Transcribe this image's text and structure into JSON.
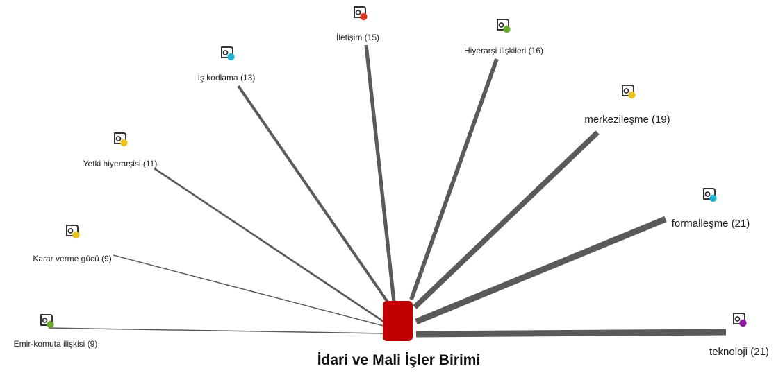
{
  "center": {
    "label": "İdari ve Mali İşler Birimi",
    "color": "#c00000"
  },
  "edge_color": "#5a5a5a",
  "icon_color": "#333333",
  "nodes": [
    {
      "label": "Emir-komuta ilişkisi (9)",
      "count": 9,
      "dot_color": "#6aa832"
    },
    {
      "label": "Karar verme gücü (9)",
      "count": 9,
      "dot_color": "#e8c21f"
    },
    {
      "label": "Yetki hiyerarşisi (11)",
      "count": 11,
      "dot_color": "#e8c21f"
    },
    {
      "label": "İş kodlama (13)",
      "count": 13,
      "dot_color": "#1fb5d1"
    },
    {
      "label": "İletişim (15)",
      "count": 15,
      "dot_color": "#d9381e"
    },
    {
      "label": "Hiyerarşi ilişkileri (16)",
      "count": 16,
      "dot_color": "#6aa832"
    },
    {
      "label": "merkezileşme (19)",
      "count": 19,
      "dot_color": "#e8c21f"
    },
    {
      "label": "formalleşme (21)",
      "count": 21,
      "dot_color": "#1fb5d1"
    },
    {
      "label": "teknoloji (21)",
      "count": 21,
      "dot_color": "#8b1aa0"
    }
  ]
}
